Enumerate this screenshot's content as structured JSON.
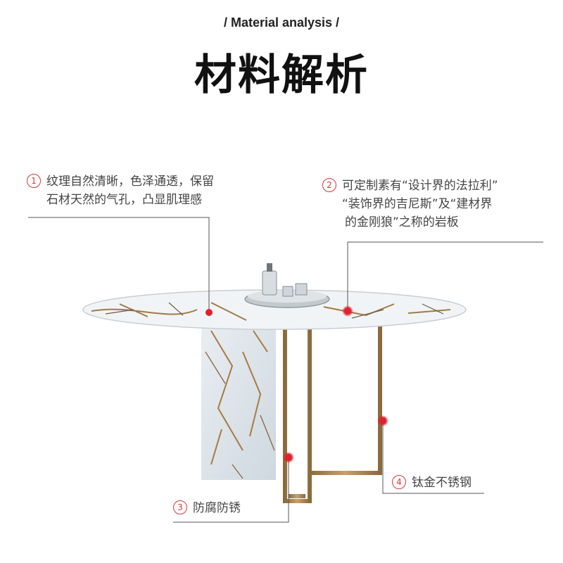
{
  "header": {
    "subtitle": "/ Material analysis /",
    "title": "材料解析"
  },
  "callouts": [
    {
      "number": "1",
      "lines": [
        "纹理自然清晰，色泽通透，保留",
        "石材天然的气孔，凸显肌理感"
      ]
    },
    {
      "number": "2",
      "lines": [
        "可定制素有“设计界的法拉利”",
        "“装饰界的吉尼斯”及“建材界",
        "的金刚狼”之称的岩板"
      ]
    },
    {
      "number": "3",
      "lines": [
        "防腐防锈"
      ]
    },
    {
      "number": "4",
      "lines": [
        "钛金不锈钢"
      ]
    }
  ],
  "colors": {
    "accent": "#d83a3a",
    "marker": "#e0212f",
    "gold": "#b58a4e",
    "line": "#555555"
  },
  "icons": [
    "table-illustration",
    "callout-marker"
  ]
}
